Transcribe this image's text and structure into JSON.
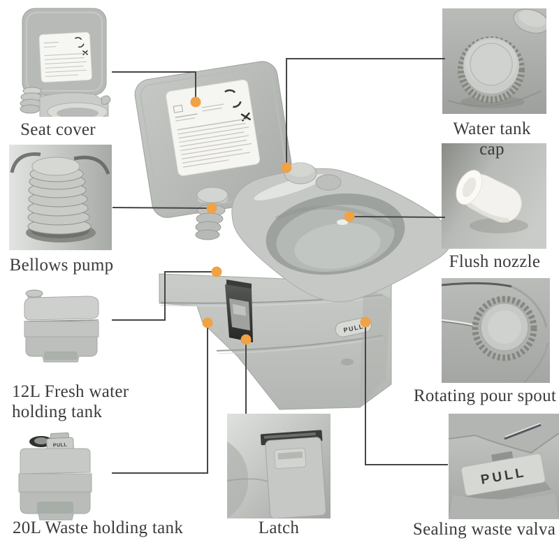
{
  "colors": {
    "background": "#ffffff",
    "accent_dot": "#F0A244",
    "callout_line": "#454545",
    "label_text": "#3b3b3b",
    "product_gray": "#c2c5c1"
  },
  "parts": {
    "seat_cover": {
      "label": "Seat cover"
    },
    "water_tank_cap": {
      "label": "Water tank cap"
    },
    "bellows_pump": {
      "label": "Bellows pump"
    },
    "flush_nozzle": {
      "label": "Flush nozzle"
    },
    "fresh_water_tank": {
      "label": "12L Fresh water holding tank"
    },
    "rotating_pour_spout": {
      "label": "Rotating pour spout"
    },
    "waste_tank": {
      "label": "20L Waste holding tank"
    },
    "latch": {
      "label": "Latch"
    },
    "sealing_waste_valva": {
      "label": "Sealing waste valva"
    }
  },
  "product": {
    "pull_text": "PULL"
  }
}
